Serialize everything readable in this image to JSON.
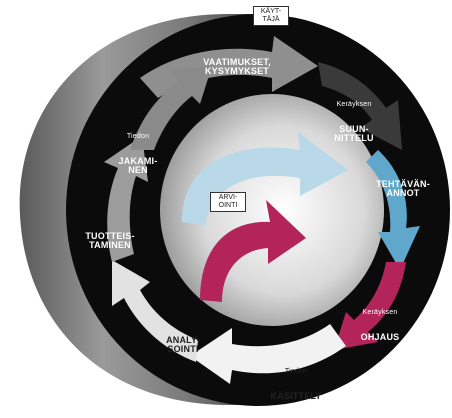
{
  "labels": {
    "kayttaja": "KÄYT-\nTÄJÄ",
    "vaatimukset": "VAATIMUKSET,\nKYSYMYKSET",
    "suunnittelu_small": "Keräyksen",
    "suunnittelu_big": "SUUN-\nNITTELU",
    "tehtavanannot": "TEHTÄVÄN-\nANNOT",
    "ohjaus_small": "Keräyksen",
    "ohjaus_big": "OHJAUS",
    "kasittely_small": "Tiedon",
    "kasittely_big": "KÄSITTELY",
    "analysointi": "ANALY-\nSOINTI",
    "tuotteistaminen": "TUOTTEIS-\nTAMINEN",
    "jakaminen_small": "Tiedon",
    "jakaminen_big": "JAKAMI-\nNEN",
    "arviointi": "ARVI-\nOINTI"
  },
  "colors": {
    "cylinder": "#8a8a8a",
    "ring": "#0b0b0b",
    "arrow_gray_dark": "#5e5e5e",
    "arrow_gray": "#8f8f8f",
    "arrow_blue": "#5fa8cc",
    "arrow_magenta": "#b3245a",
    "arrow_white": "#f2f2f2",
    "inner_light_blue": "#b9d8e8"
  }
}
